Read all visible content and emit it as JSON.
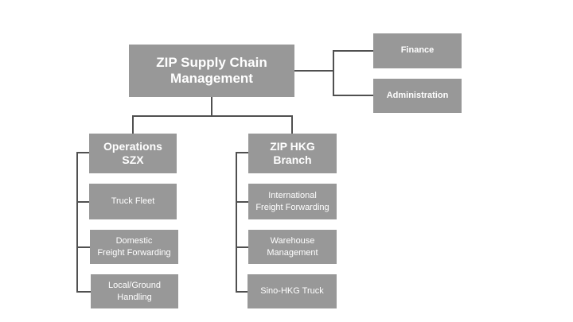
{
  "root": {
    "label": "ZIP Supply Chain Management",
    "line1": "ZIP Supply Chain",
    "line2": "Management"
  },
  "side_units": [
    {
      "label": "Finance"
    },
    {
      "label": "Administration"
    }
  ],
  "branches": [
    {
      "label": "Operations SZX",
      "line1": "Operations",
      "line2": "SZX",
      "children": [
        {
          "line1": "Truck Fleet",
          "line2": ""
        },
        {
          "line1": "Domestic",
          "line2": "Freight Forwarding"
        },
        {
          "line1": "Local/Ground",
          "line2": "Handling"
        }
      ]
    },
    {
      "label": "ZIP HKG Branch",
      "line1": "ZIP HKG",
      "line2": "Branch",
      "children": [
        {
          "line1": "International",
          "line2": "Freight Forwarding"
        },
        {
          "line1": "Warehouse",
          "line2": "Management"
        },
        {
          "line1": "Sino-HKG Truck",
          "line2": ""
        }
      ]
    }
  ],
  "colors": {
    "box": "#989898",
    "text": "#ffffff",
    "connector": "#505050"
  }
}
